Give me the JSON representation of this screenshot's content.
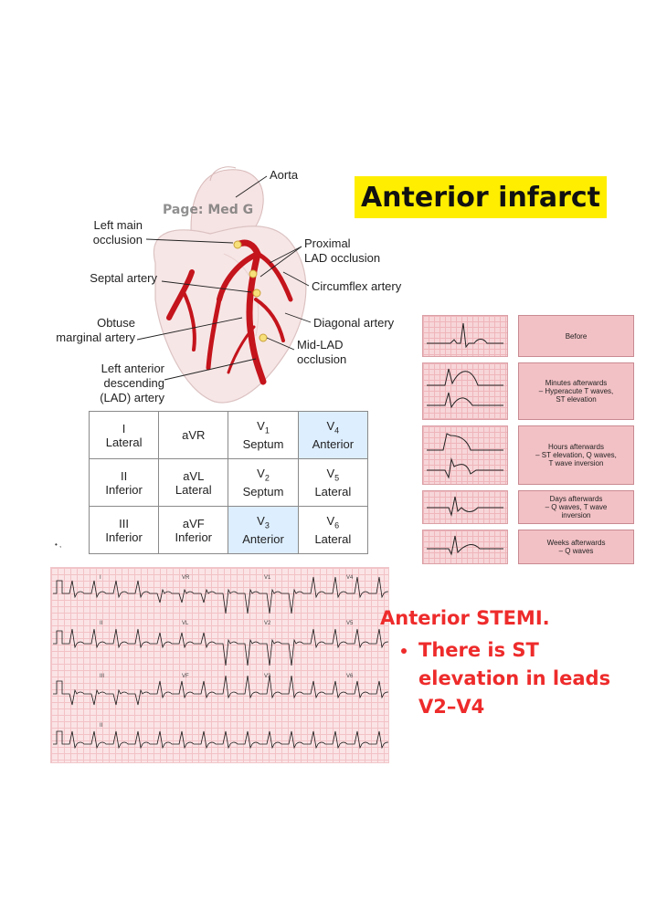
{
  "title": "Anterior infarct",
  "watermark": "Page: Med G",
  "labels": {
    "aorta": "Aorta",
    "left_main": "Left main\nocclusion",
    "septal": "Septal artery",
    "obtuse": "Obtuse\nmarginal artery",
    "lad": "Left anterior\ndescending\n(LAD) artery",
    "proximal_lad": "Proximal\nLAD occlusion",
    "circumflex": "Circumflex artery",
    "diagonal": "Diagonal artery",
    "mid_lad": "Mid-LAD\nocclusion"
  },
  "lead_table": [
    [
      {
        "lead": "I",
        "sub": "",
        "region": "Lateral",
        "hl": false
      },
      {
        "lead": "aVR",
        "sub": "",
        "region": "",
        "hl": false
      },
      {
        "lead": "V",
        "sub": "1",
        "region": "Septum",
        "hl": false
      },
      {
        "lead": "V",
        "sub": "4",
        "region": "Anterior",
        "hl": true
      }
    ],
    [
      {
        "lead": "II",
        "sub": "",
        "region": "Inferior",
        "hl": false
      },
      {
        "lead": "aVL",
        "sub": "",
        "region": "Lateral",
        "hl": false
      },
      {
        "lead": "V",
        "sub": "2",
        "region": "Septum",
        "hl": false
      },
      {
        "lead": "V",
        "sub": "5",
        "region": "Lateral",
        "hl": false
      }
    ],
    [
      {
        "lead": "III",
        "sub": "",
        "region": "Inferior",
        "hl": false
      },
      {
        "lead": "aVF",
        "sub": "",
        "region": "Inferior",
        "hl": false
      },
      {
        "lead": "V",
        "sub": "3",
        "region": "Anterior",
        "hl": true
      },
      {
        "lead": "V",
        "sub": "6",
        "region": "Lateral",
        "hl": false
      }
    ]
  ],
  "stages": [
    {
      "text": "Before"
    },
    {
      "text": "Minutes afterwards\n– Hyperacute T waves,\nST elevation"
    },
    {
      "text": "Hours afterwards\n– ST elevation, Q waves,\nT wave inversion"
    },
    {
      "text": "Days afterwards\n– Q waves, T wave\ninversion"
    },
    {
      "text": "Weeks afterwards\n– Q waves"
    }
  ],
  "ecg_leads": {
    "row1": [
      "I",
      "VR",
      "V1",
      "V4"
    ],
    "row2": [
      "II",
      "VL",
      "V2",
      "V5"
    ],
    "row3": [
      "III",
      "VF",
      "V3",
      "V6"
    ],
    "row4": [
      "II"
    ]
  },
  "stemi": {
    "heading": "Anterior STEMI.",
    "bullet": "There is ST elevation in leads V2–V4"
  },
  "colors": {
    "highlight": "#ffee00",
    "artery": "#c4141c",
    "stemi_text": "#ee2b2b",
    "table_highlight": "#ddeeff"
  }
}
